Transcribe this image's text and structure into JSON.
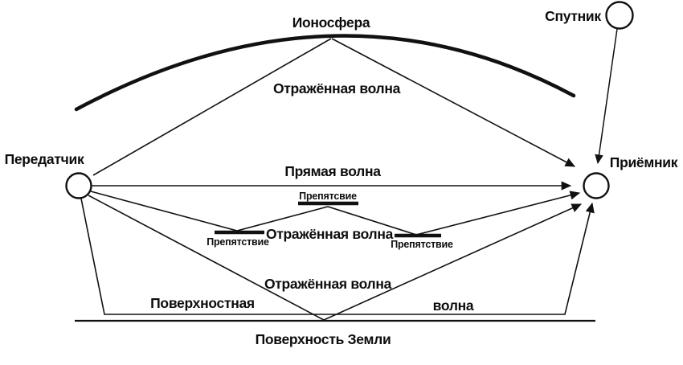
{
  "diagram": {
    "background": "#ffffff",
    "ink_color": "#111111",
    "nodes": {
      "transmitter": {
        "label": "Передатчик"
      },
      "receiver": {
        "label": "Приёмник"
      },
      "satellite": {
        "label": "Спутник"
      }
    },
    "ionosphere": {
      "label": "Ионосфера"
    },
    "ground": {
      "label": "Поверхность Земли"
    },
    "waves": {
      "sky_reflected": {
        "label": "Отражённая волна"
      },
      "direct": {
        "label": "Прямая волна"
      },
      "obstacle_reflected": {
        "label": "Отражённая волна"
      },
      "ground_reflected": {
        "label": "Отражённая волна"
      },
      "surface": {
        "label_left": "Поверхностная",
        "label_right": "волна"
      }
    },
    "obstacles": {
      "left": {
        "label": "Препятствие"
      },
      "middle": {
        "label": "Препятсвие"
      },
      "right": {
        "label": "Препятствие"
      }
    }
  }
}
